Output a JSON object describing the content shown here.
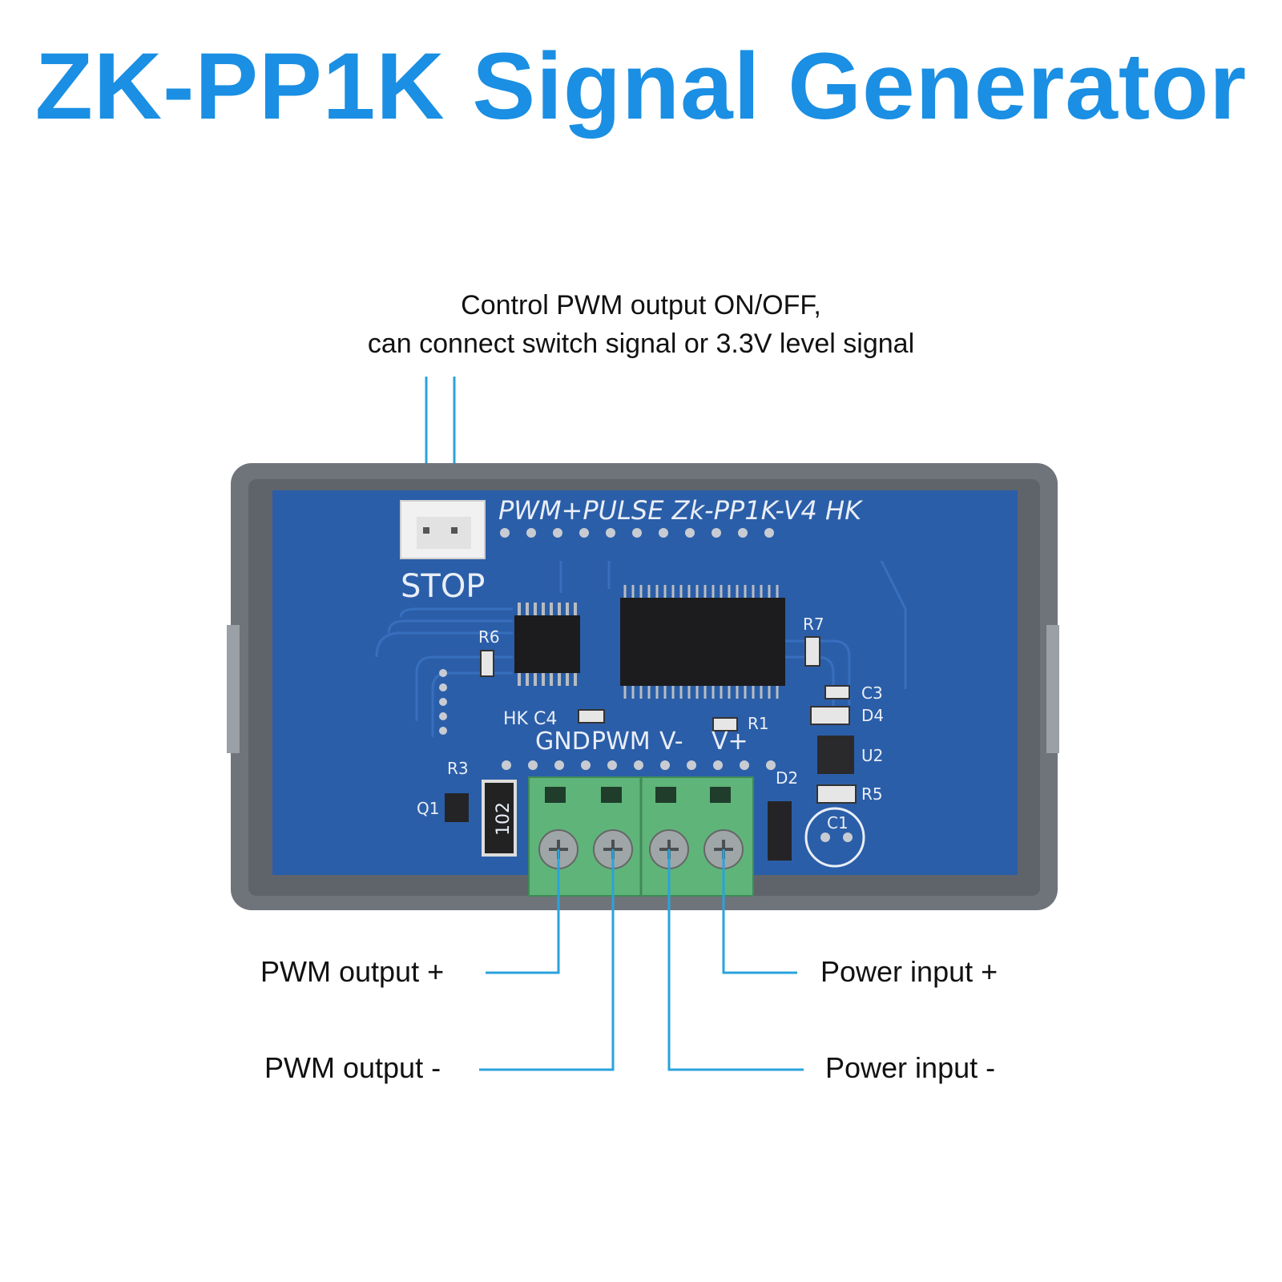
{
  "title": "ZK-PP1K Signal Generator",
  "top_note": {
    "line1": "Control PWM output ON/OFF,",
    "line2": "can connect switch signal or 3.3V level signal"
  },
  "callouts": {
    "pwm_out_plus": "PWM output +",
    "pwm_out_minus": "PWM output -",
    "power_in_plus": "Power input +",
    "power_in_minus": "Power input -"
  },
  "board": {
    "header_text": "PWM+PULSE   Zk-PP1K-V4  HK",
    "stop_label": "STOP",
    "pin_labels": [
      "GND",
      "PWM",
      "V-",
      "V+"
    ],
    "hk_c4": "HK  C4",
    "designators": [
      "R6",
      "R7",
      "C3",
      "D4",
      "R1",
      "U2",
      "D2",
      "R5",
      "C1",
      "R3",
      "Q1"
    ],
    "resistor_code": "102"
  },
  "colors": {
    "accent": "#1a8fe3",
    "pcb": "#2b5ea8",
    "case": "#6f747b",
    "terminal": "#5fb47a",
    "leader": "#2aa3dc"
  }
}
